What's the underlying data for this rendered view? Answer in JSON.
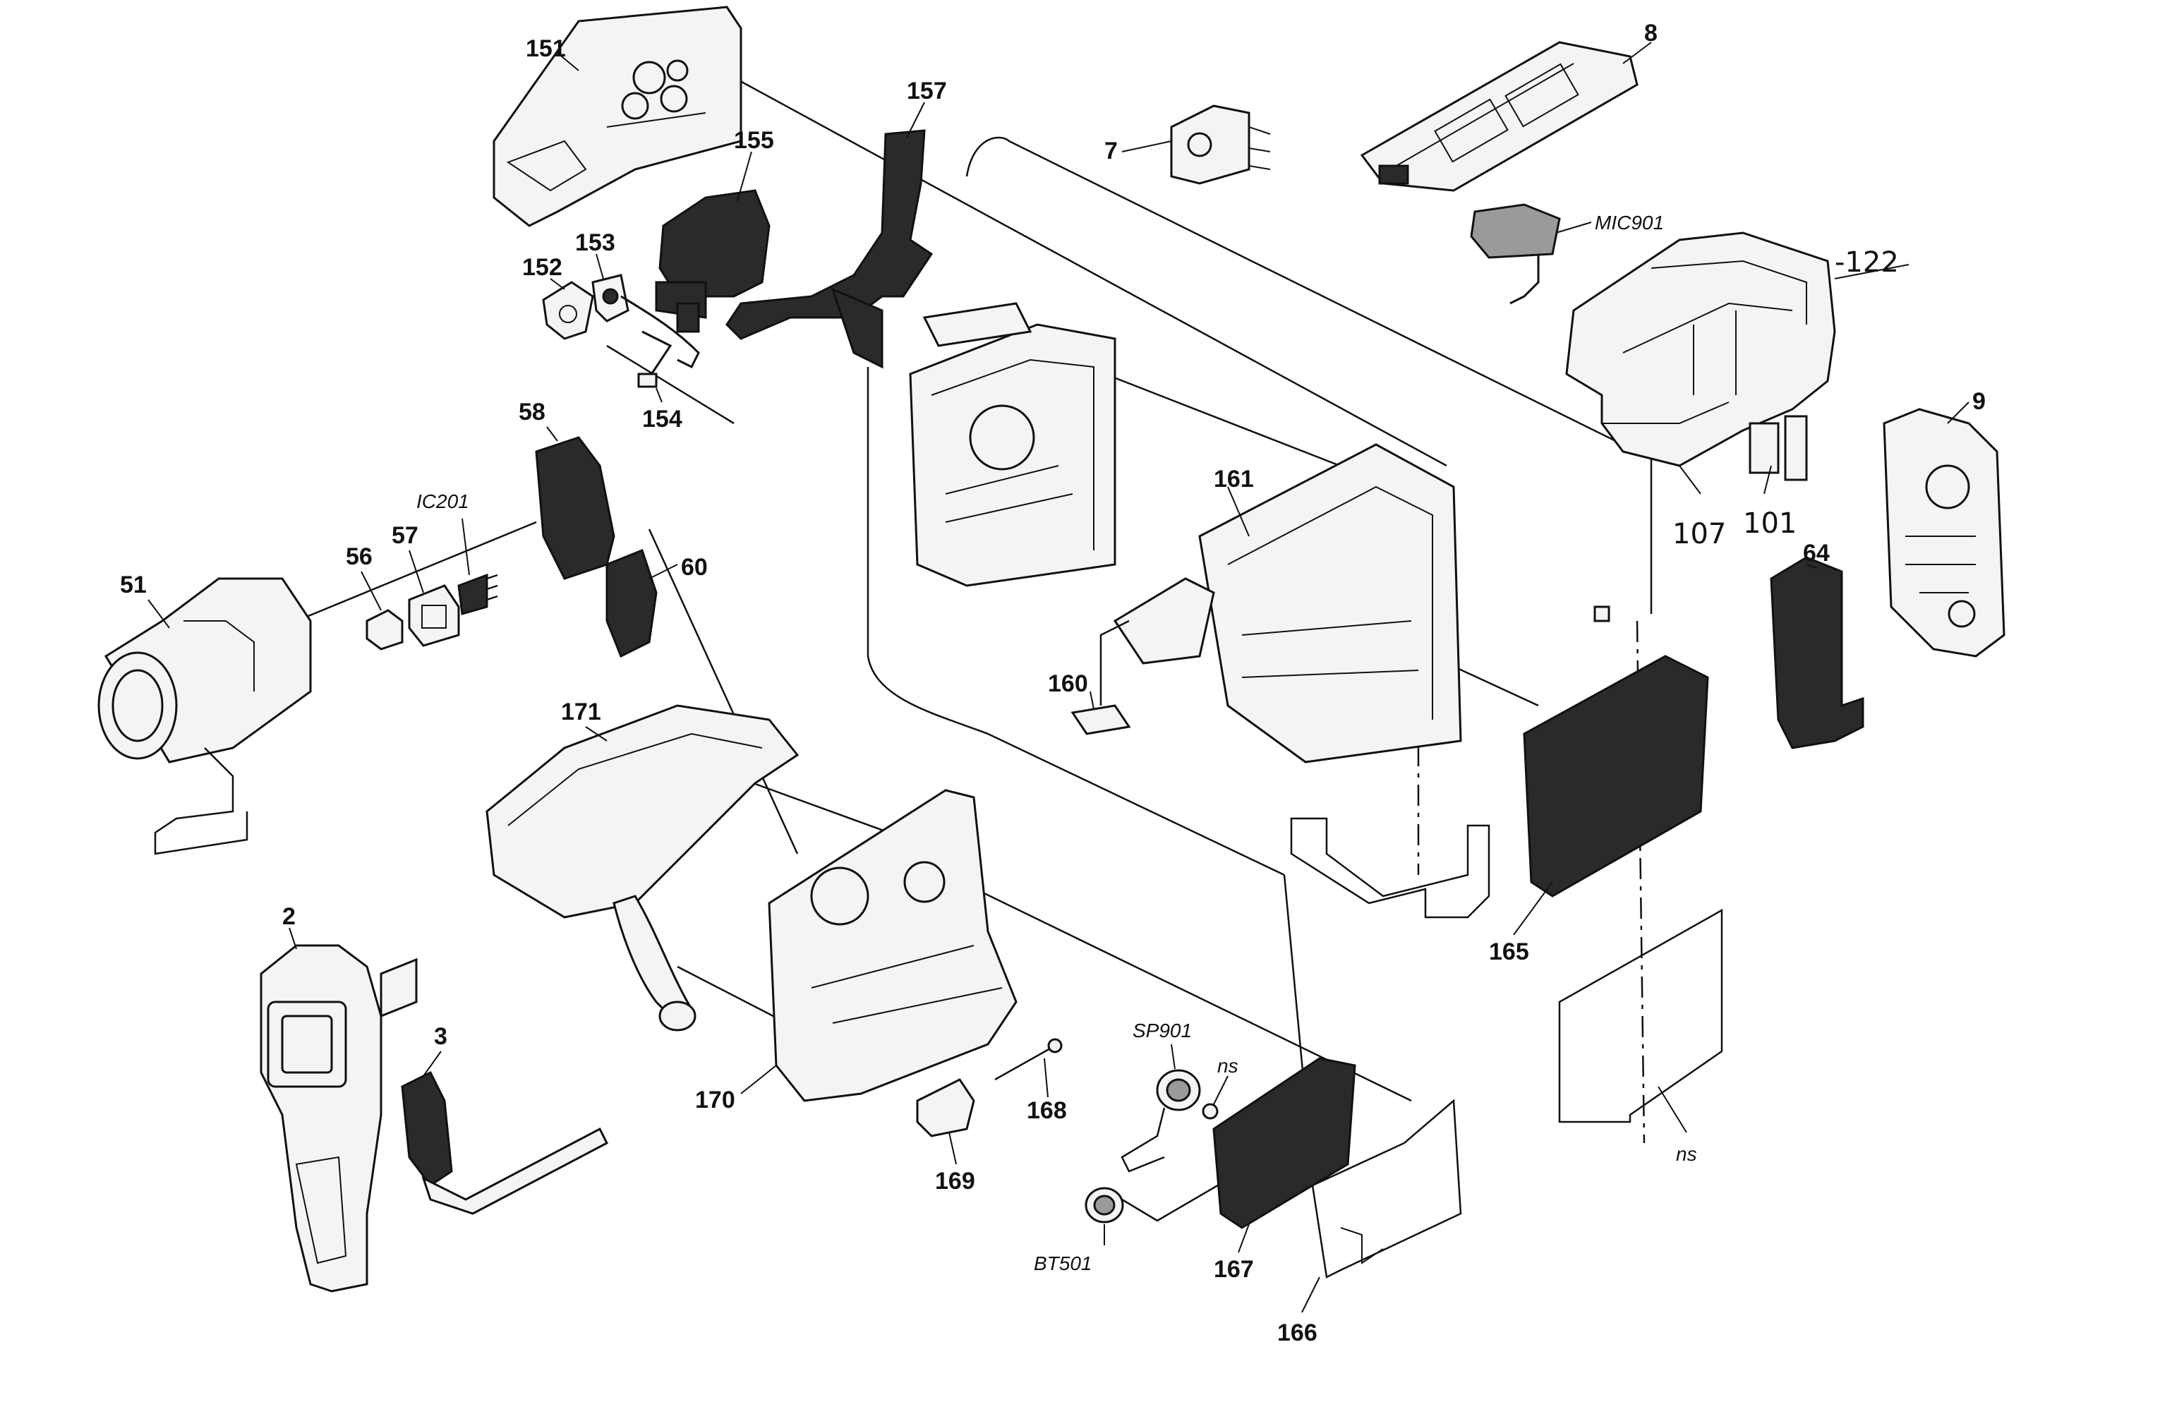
{
  "diagram": {
    "labels": {
      "p151": "151",
      "p157": "157",
      "p7": "7",
      "p8": "8",
      "p155": "155",
      "p153": "153",
      "p152": "152",
      "p154": "154",
      "mic901": "MIC901",
      "p122": "-122",
      "p58": "58",
      "pic201": "IC201",
      "p57": "57",
      "p56": "56",
      "p51": "51",
      "p60": "60",
      "p161": "161",
      "p107": "107",
      "p101": "101",
      "p9": "9",
      "p64": "64",
      "p160": "160",
      "p171": "171",
      "p165": "165",
      "p2": "2",
      "p3": "3",
      "p170": "170",
      "p168": "168",
      "p169": "169",
      "sp901": "SP901",
      "ns1": "ns",
      "ns2": "ns",
      "bt501": "BT501",
      "p167": "167",
      "p166": "166"
    }
  }
}
